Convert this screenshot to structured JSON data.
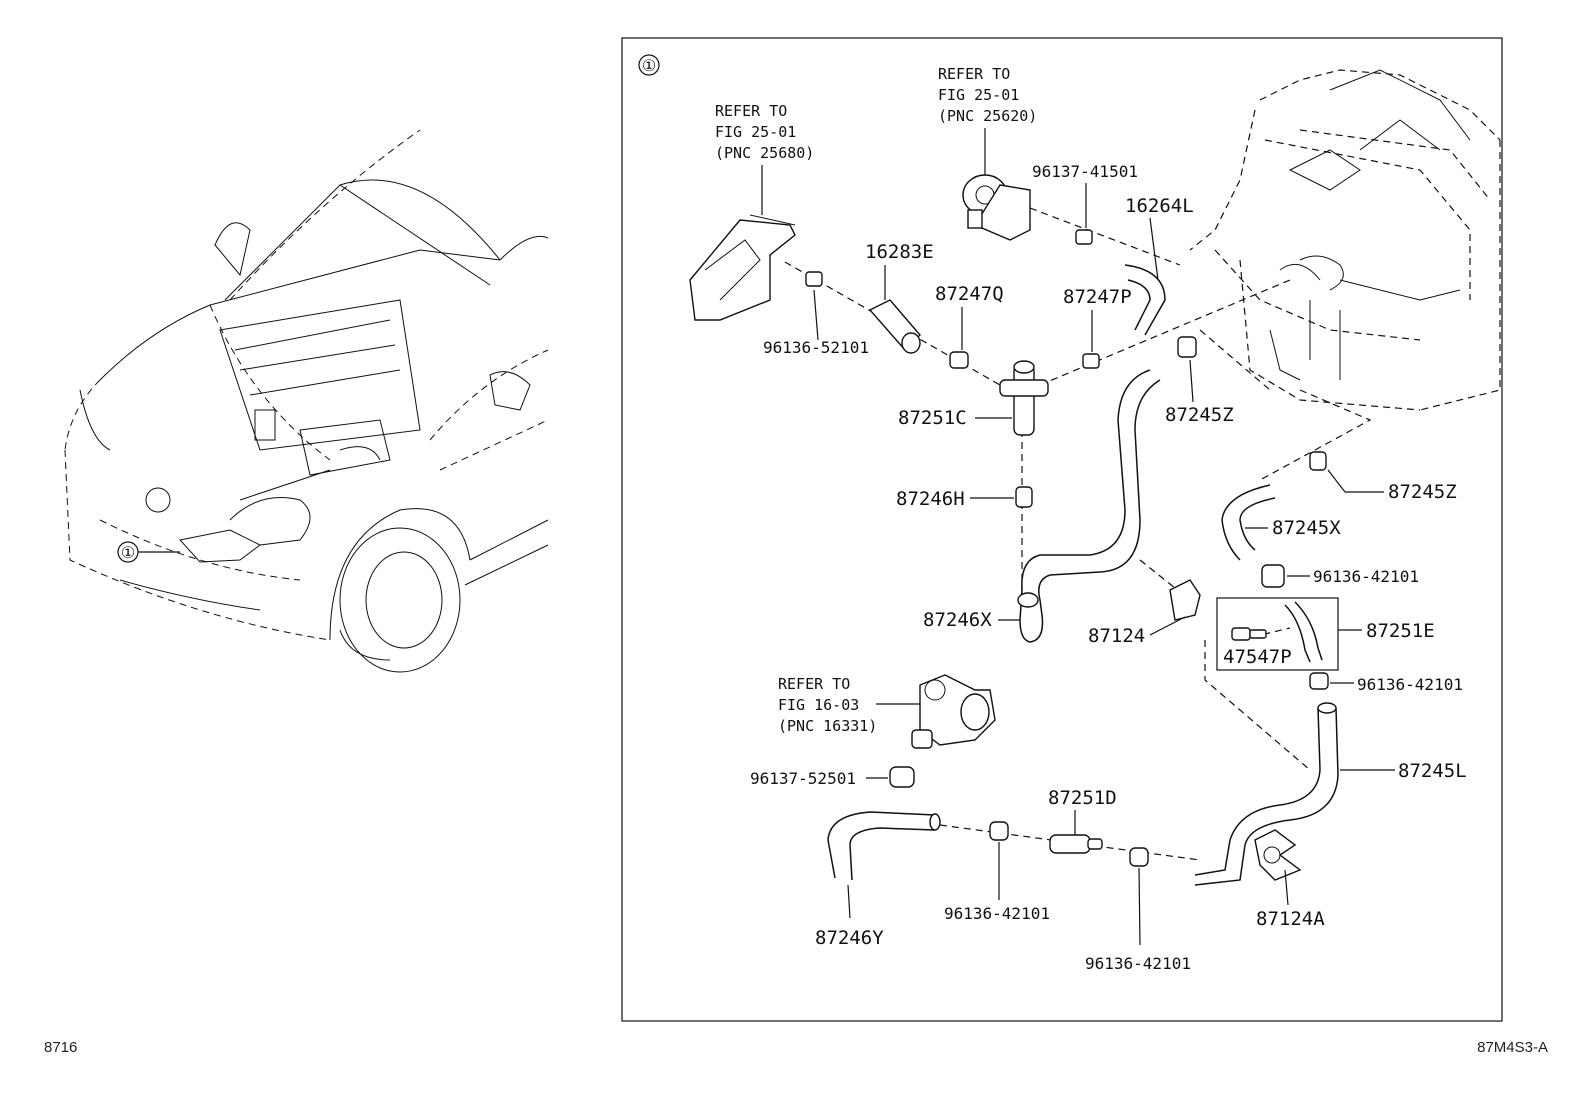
{
  "callout": {
    "index_symbol": "①"
  },
  "refs": {
    "ref_a": {
      "line1": "REFER TO",
      "line2": "FIG 25-01",
      "line3": "(PNC 25680)"
    },
    "ref_b": {
      "line1": "REFER TO",
      "line2": "FIG 25-01",
      "line3": "(PNC 25620)"
    },
    "ref_c": {
      "line1": "REFER TO",
      "line2": "FIG 16-03",
      "line3": "(PNC 16331)"
    }
  },
  "labels": {
    "p16283E": "16283E",
    "p87247Q": "87247Q",
    "p87247P": "87247P",
    "p16264L": "16264L",
    "p96137_41501": "96137-41501",
    "p96136_52101": "96136-52101",
    "p87251C": "87251C",
    "p87245Z_a": "87245Z",
    "p87245Z_b": "87245Z",
    "p87246H": "87246H",
    "p87245X": "87245X",
    "p96136_42101_a": "96136-42101",
    "p87251E": "87251E",
    "p47547P": "47547P",
    "p96136_42101_b": "96136-42101",
    "p87246X": "87246X",
    "p87124": "87124",
    "p87245L": "87245L",
    "p96137_52501": "96137-52501",
    "p87251D": "87251D",
    "p87246Y": "87246Y",
    "p96136_42101_c": "96136-42101",
    "p96136_42101_d": "96136-42101",
    "p87124A": "87124A"
  },
  "footer": {
    "left_code": "8716",
    "right_code": "87M4S3-A"
  }
}
